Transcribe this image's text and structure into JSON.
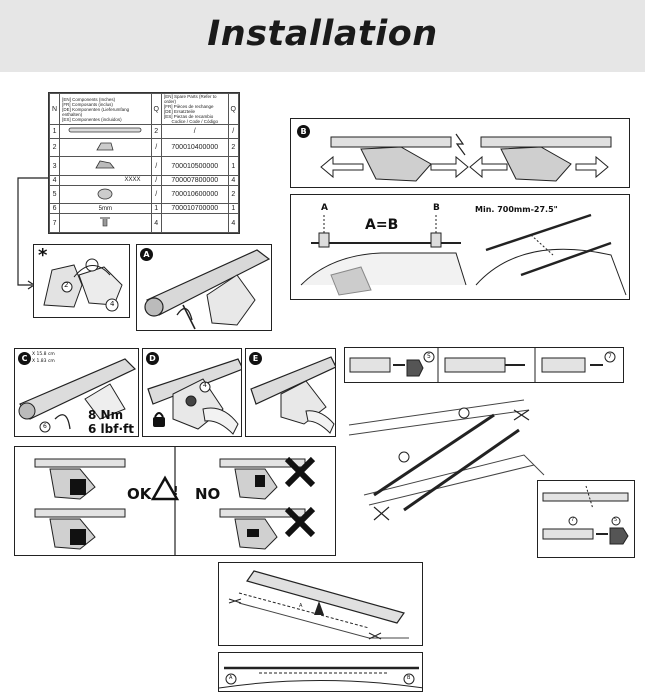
{
  "header": {
    "title": "Installation"
  },
  "table": {
    "col_n": "N",
    "col_q": "Q",
    "components_header": [
      "[EN] Components (Inches)",
      "[FR] Composants (inclus)",
      "[DE] Komponenten (Lieferumfang enthalten)",
      "[ES] Componentes (incluidos)"
    ],
    "spare_header": [
      "[EN] Spare Parts (Refer to order)",
      "[FR] Pièces de rechange",
      "[DE] Ersatzteile",
      "[ES] Piezas de recambio"
    ],
    "code_header": "Codice / Code / Código",
    "rows": [
      {
        "n": "1",
        "part": "",
        "q": "2",
        "code": "/",
        "q2": "/"
      },
      {
        "n": "2",
        "part": "",
        "q": "/",
        "code": "700010400000",
        "q2": "2"
      },
      {
        "n": "3",
        "part": "",
        "q": "/",
        "code": "700010500000",
        "q2": "1"
      },
      {
        "n": "4",
        "part": "XXXX",
        "q": "/",
        "code": "700007800000",
        "q2": "4"
      },
      {
        "n": "5",
        "part": "",
        "q": "/",
        "code": "700010600000",
        "q2": "2"
      },
      {
        "n": "6",
        "part": "5mm",
        "q": "1",
        "code": "700010700000",
        "q2": "1"
      },
      {
        "n": "7",
        "part": "",
        "q": "4",
        "code": "",
        "q2": "4"
      }
    ]
  },
  "steps": {
    "a": "A",
    "b": "B",
    "c": "C",
    "d": "D",
    "e": "E",
    "star": "*"
  },
  "measure": {
    "equal": "A=B",
    "label_a": "A",
    "label_b": "B",
    "min_dist": "Min. 700mm-27.5\"",
    "torque_nm": "8 Nm",
    "torque_lbf": "6 lbf·ft",
    "dim1": "X 15.8 cm",
    "dim2": "X 1.83 cm"
  },
  "ok_no": {
    "ok": "OK",
    "warn": "!",
    "no": "NO"
  },
  "callouts": {
    "n2": "2",
    "n4": "4",
    "n5": "5",
    "n6": "6",
    "n7": "7",
    "cA": "A",
    "cB": "B"
  }
}
